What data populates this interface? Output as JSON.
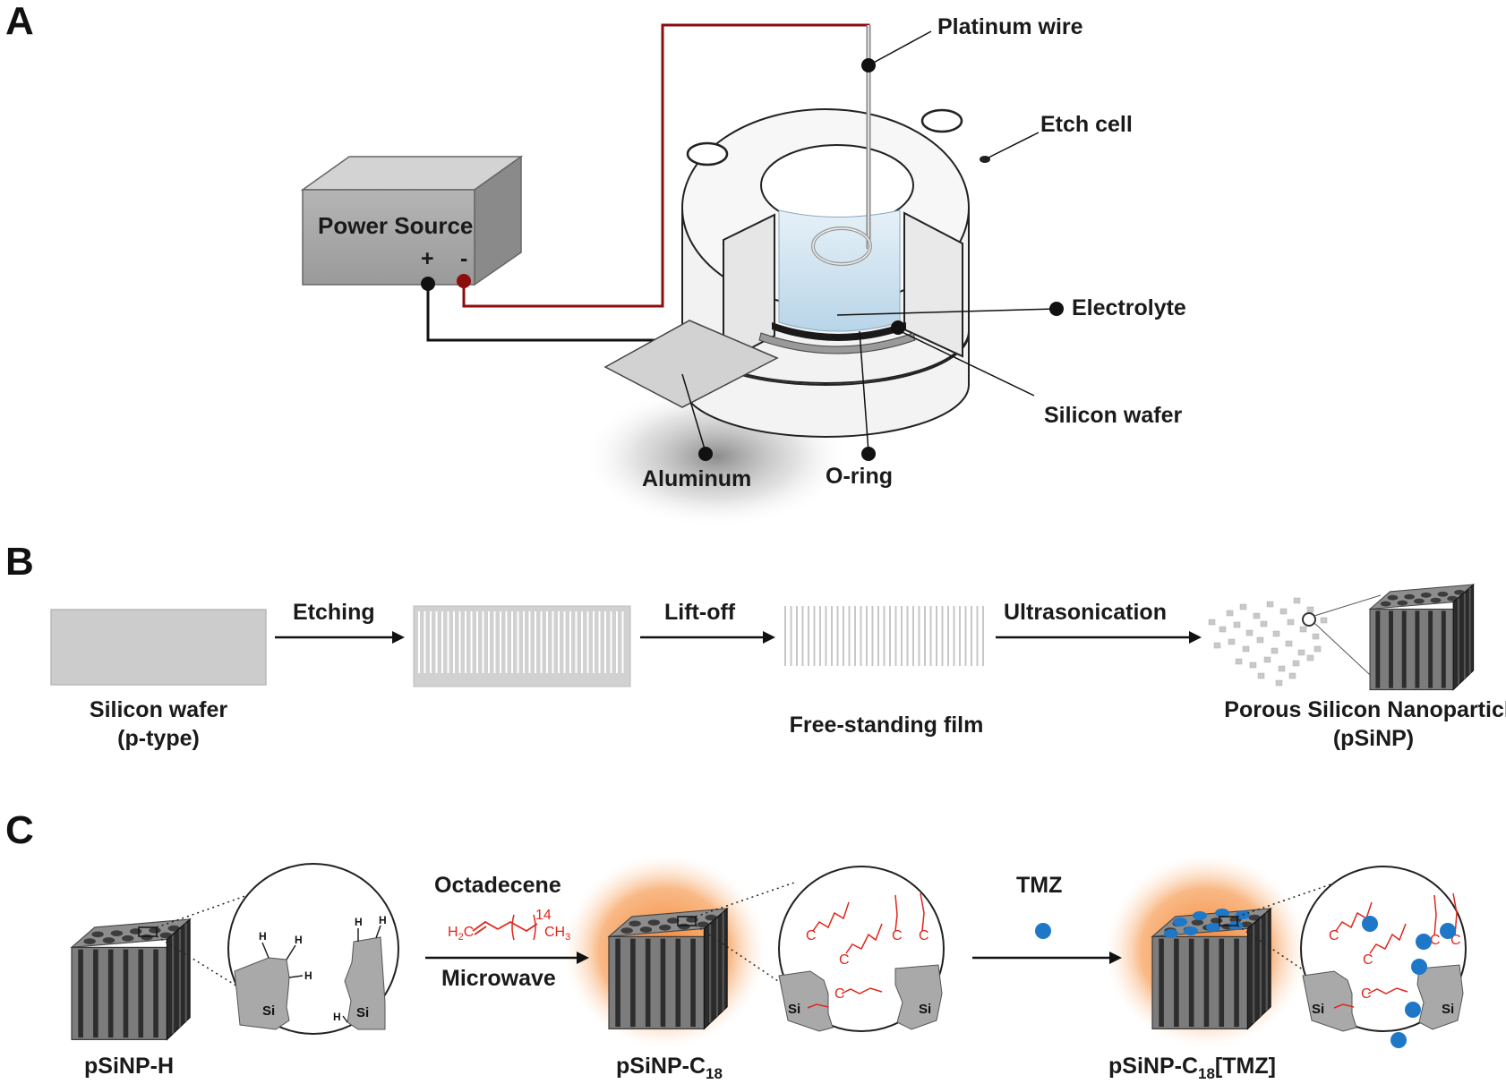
{
  "panels": {
    "a": {
      "letter": "A",
      "power_source": "Power Source",
      "plus": "+",
      "minus": "-",
      "labels": {
        "platinum_wire": "Platinum wire",
        "etch_cell": "Etch cell",
        "electrolyte": "Electrolyte",
        "silicon_wafer": "Silicon wafer",
        "aluminum": "Aluminum",
        "o_ring": "O-ring"
      },
      "colors": {
        "wire_red": "#8b0d0d",
        "wire_black": "#111111",
        "cell": "#f2f2f2",
        "source": "#a7a7a7"
      }
    },
    "b": {
      "letter": "B",
      "steps": [
        "Etching",
        "Lift-off",
        "Ultrasonication"
      ],
      "wafer_label": [
        "Silicon wafer",
        "(p-type)"
      ],
      "film_label": "Free-standing film",
      "particle_label": [
        "Porous Silicon Nanoparticle",
        "(pSiNP)"
      ]
    },
    "c": {
      "letter": "C",
      "names": [
        "pSiNP-H",
        "pSiNP-C",
        "18",
        "pSiNP-C",
        "18",
        "[TMZ]"
      ],
      "reagent": "Octadecene",
      "condition": "Microwave",
      "drug": "TMZ",
      "formula": {
        "h2c": "H",
        "h2c_sub": "2",
        "c": "C",
        "n": "14",
        "ch3": "CH",
        "ch3_sub": "3"
      },
      "chain_label": "C",
      "si": "Si",
      "h": "H",
      "colors": {
        "glow": "#f7a15d",
        "drug": "#1f77c8",
        "chain": "#e0261b"
      }
    }
  }
}
